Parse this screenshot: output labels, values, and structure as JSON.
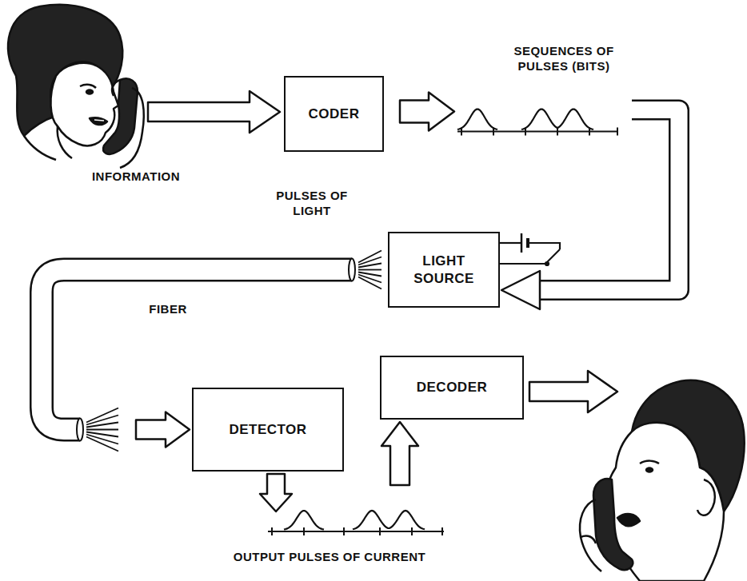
{
  "diagram": {
    "nodes": [
      {
        "text": [
          "CODER"
        ]
      },
      {
        "text": [
          "LIGHT SOURCE"
        ]
      },
      {
        "text": [
          "DECODER"
        ]
      },
      {
        "text": [
          "DETECTOR"
        ]
      }
    ],
    "edges": [
      {
        "from": 0,
        "to": 1,
        "arrow": "to"
      },
      {
        "from": 1,
        "to": 3,
        "arrow": "to"
      },
      {
        "from": 3,
        "to": 2,
        "arrow": "to"
      }
    ],
    "labels": [
      "INFORMATION",
      "SEQUENCES OF PULSES (BITS)",
      "PULSES OF LIGHT",
      "FIBER",
      "OUTPUT PULSES OF CURRENT"
    ]
  }
}
